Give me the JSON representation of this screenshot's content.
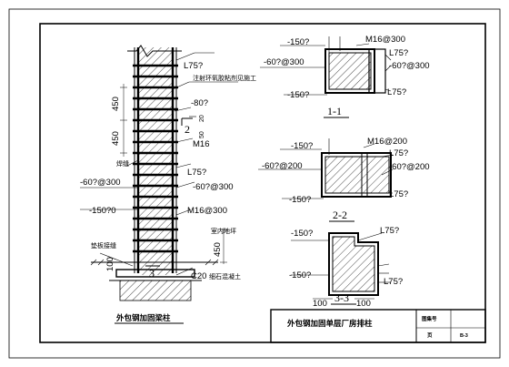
{
  "elevation": {
    "labels": {
      "l75": "L75?",
      "anchor_note": "注射环氧胶粘剂见施工",
      "d450a": "450",
      "m80": "-80?",
      "d20": "20",
      "d50": "50",
      "d450b": "450",
      "m16": "M16",
      "weld": "焊缝",
      "l75b": "L75?",
      "p60": "-60?@300",
      "p60b": "-60?@300",
      "p150": "-150?0",
      "m16b": "M16@300",
      "d450c": "450",
      "d100": "100",
      "base_note": "垫板接缝",
      "floor_note": "室内地坪",
      "c20": "C20",
      "c20_note": "细石混凝土",
      "cut_mark": "3",
      "section_mark": "2"
    },
    "caption": "外包钢加固梁柱"
  },
  "section_1": {
    "labels": {
      "p150a": "-150?",
      "m16": "M16@300",
      "l75": "L75?",
      "p60l": "-60?@300",
      "p60r": "-60?@300",
      "p150b": "-150?",
      "l75b": "L75?"
    },
    "mark": "1-1"
  },
  "section_2": {
    "labels": {
      "p150a": "-150?",
      "m16": "M16@200",
      "l75": "L75?",
      "p60l": "-60?@200",
      "p60r": "-60?@200",
      "p150b": "-150?",
      "l75b": "L75?"
    },
    "mark": "2-2"
  },
  "section_3": {
    "labels": {
      "p150a": "-150?",
      "l75": "L75?",
      "p150b": "-150?",
      "d100a": "100",
      "d100b": "100",
      "l75b": "L75?"
    },
    "mark": "3-3"
  },
  "title_block": {
    "main_title": "外包钢加固单层厂房排柱",
    "field_a": "图集号",
    "field_b": "页",
    "page": "B-3"
  }
}
